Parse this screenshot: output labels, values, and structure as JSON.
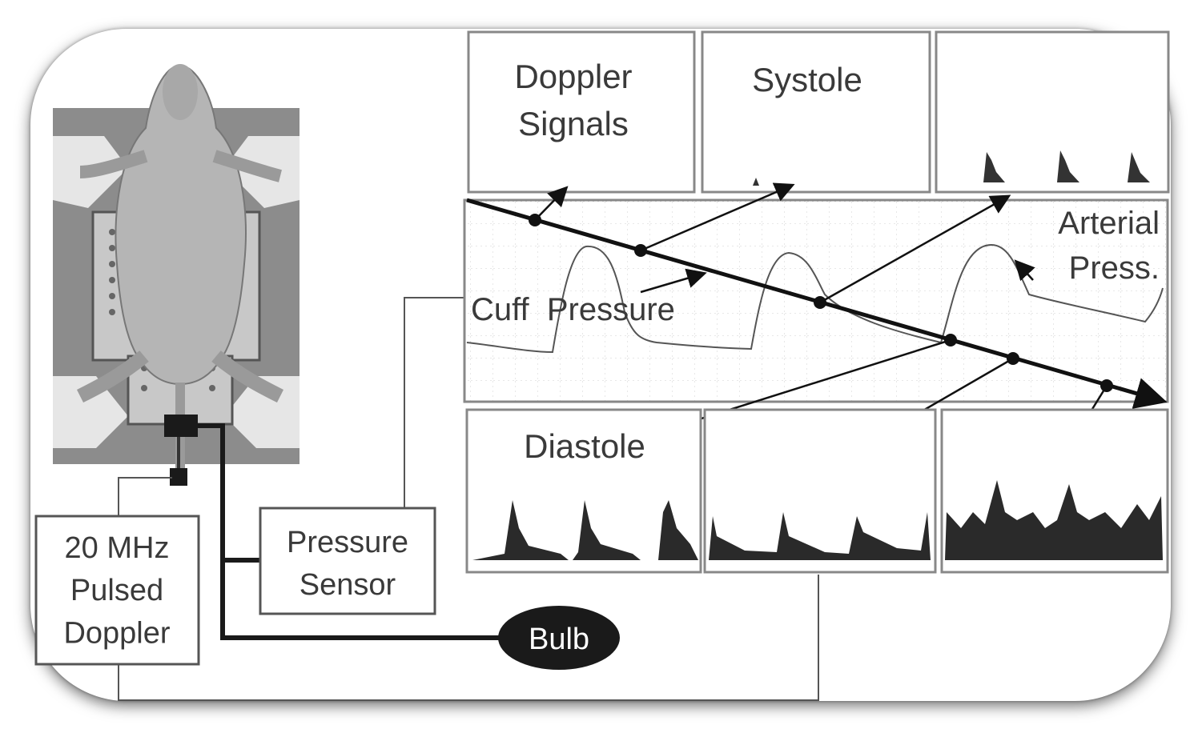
{
  "panels": {
    "doppler_signals": "Doppler\nSignals",
    "systole": "Systole",
    "diastole": "Diastole"
  },
  "waveform": {
    "cuff_pressure_label": "Cuff  Pressure",
    "arterial_pressure_label": "Arterial\nPress."
  },
  "devices": {
    "doppler": "20 MHz\nPulsed\nDoppler",
    "pressure_sensor": "Pressure\nSensor",
    "bulb": "Bulb"
  }
}
